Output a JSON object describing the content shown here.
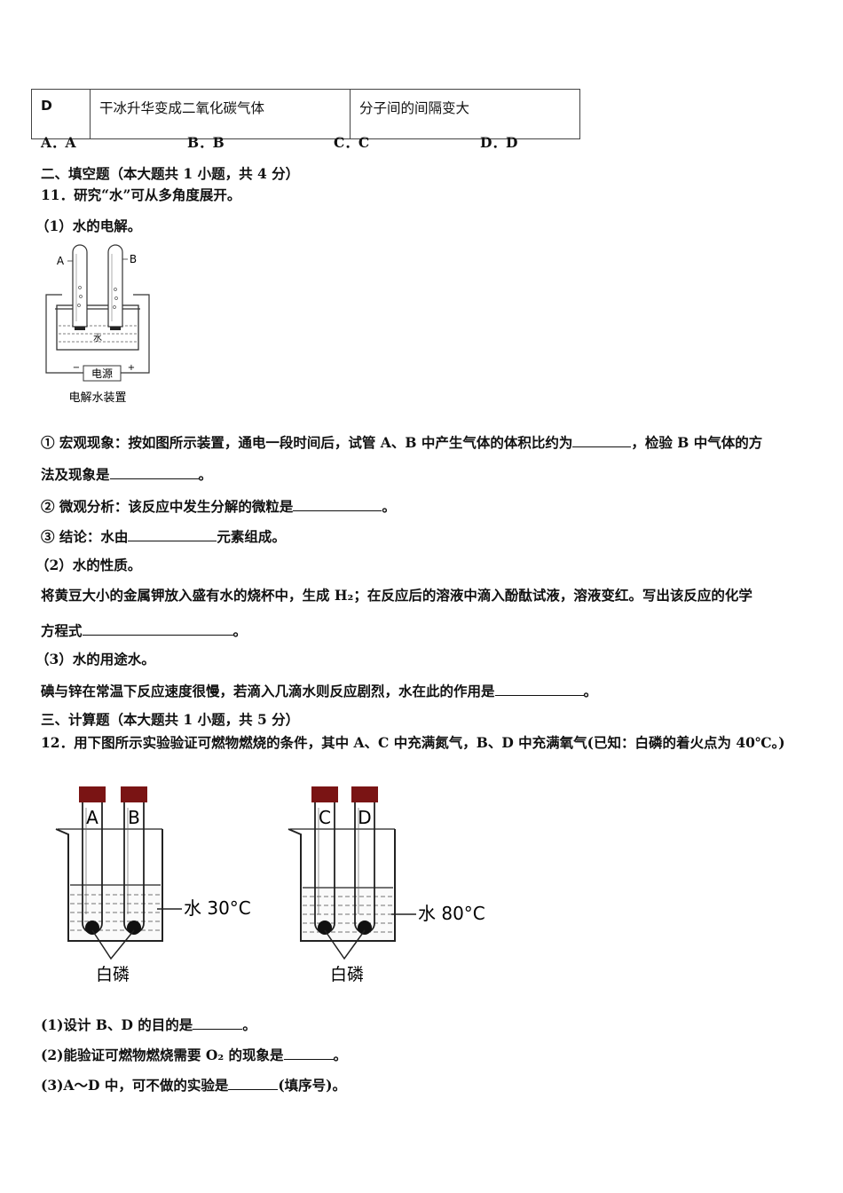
{
  "option_row": {
    "letter": "D",
    "fact": "干冰升华变成二氧化碳气体",
    "explanation": "分子间的间隔变大"
  },
  "choices": [
    "A．A",
    "B．B",
    "C．C",
    "D．D"
  ],
  "section2_title": "二、填空题（本大题共 1 小题，共 4 分）",
  "q11": {
    "stem": "11．研究“水”可从多角度展开。",
    "part1_title": "（1）水的电解。",
    "fig1": {
      "label_a": "A",
      "label_b": "B",
      "power": "电源",
      "minus": "−",
      "plus": "+",
      "water": "水",
      "caption": "电解水装置"
    },
    "item1_line1_pre": "① 宏观现象：按如图所示装置，通电一段时间后，试管 A、B 中产生气体的体积比约为",
    "item1_line1_post": "，检验 B 中气体的方",
    "item1_line2_pre": "法及现象是",
    "item1_line2_post": "。",
    "item2_pre": "② 微观分析：该反应中发生分解的微粒是",
    "item2_post": "。",
    "item3_pre": "③ 结论：水由",
    "item3_post": "元素组成。",
    "part2_title": "（2）水的性质。",
    "part2_line1": "将黄豆大小的金属钾放入盛有水的烧杯中，生成 H₂；在反应后的溶液中滴入酚酞试液，溶液变红。写出该反应的化学",
    "part2_line2_pre": "方程式",
    "part2_line2_post": "。",
    "part3_title": "（3）水的用途水。",
    "part3_line_pre": "碘与锌在常温下反应速度很慢，若滴入几滴水则反应剧烈，水在此的作用是",
    "part3_line_post": "。"
  },
  "section3_title": "三、计算题（本大题共 1 小题，共 5 分）",
  "q12": {
    "stem": "12．用下图所示实验验证可燃物燃烧的条件，其中 A、C 中充满氮气，B、D 中充满氧气(已知：白磷的着火点为 40℃。)",
    "fig2": {
      "tube_a": "A",
      "tube_b": "B",
      "tube_c": "C",
      "tube_d": "D",
      "water_left": "水 30°C",
      "water_right": "水 80°C",
      "phosphorus_left": "白磷",
      "phosphorus_right": "白磷"
    },
    "sub1_pre": "(1)设计 B、D 的目的是",
    "sub1_post": "。",
    "sub2_pre": "(2)能验证可燃物燃烧需要 O₂ 的现象是",
    "sub2_post": "。",
    "sub3_pre": "(3)A～D 中，可不做的实验是",
    "sub3_post": "(填序号)。"
  }
}
